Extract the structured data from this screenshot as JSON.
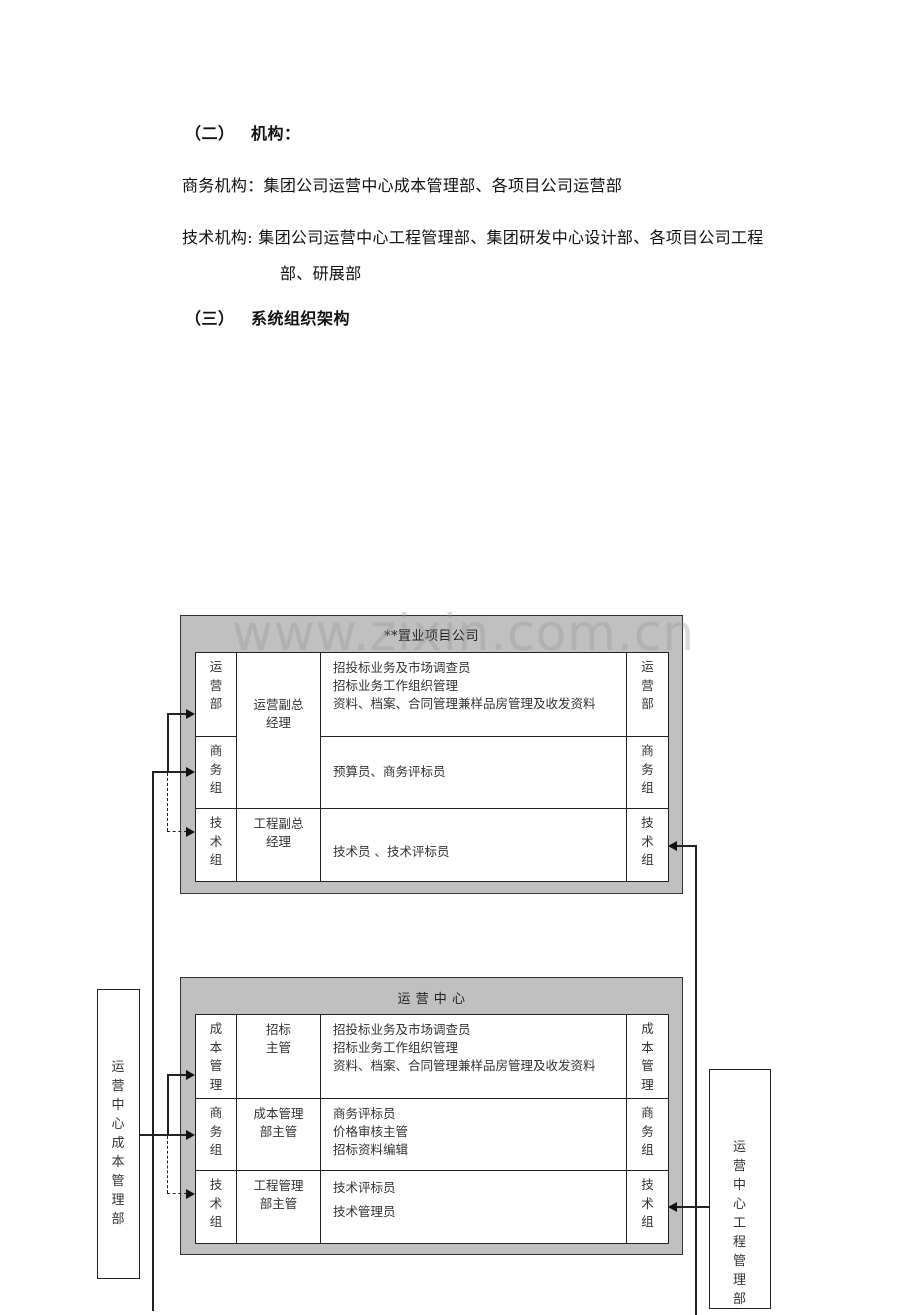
{
  "doc": {
    "section2": {
      "num": "（二）",
      "title": "机构："
    },
    "business": {
      "label": "商务机构：",
      "text": "集团公司运营中心成本管理部、各项目公司运营部"
    },
    "technical": {
      "label": "技术机构:",
      "text": "集团公司运营中心工程管理部、集团研发中心设计部、各项目公司工程",
      "continuation": "部、研展部"
    },
    "section3": {
      "num": "（三）",
      "title": "系统组织架构"
    }
  },
  "watermark": "www.zixin.com.cn",
  "diagram": {
    "project_company": {
      "title": "**置业项目公司",
      "rows": [
        {
          "left": "运营部",
          "manager": "运营副总经理",
          "duties": [
            "招投标业务及市场调查员",
            "招标业务工作组织管理",
            "资料、档案、合同管理兼样品房管理及收发资料"
          ],
          "right": "运营部"
        },
        {
          "left": "商务组",
          "manager": "",
          "duties": [
            "预算员、商务评标员"
          ],
          "right": "商务组"
        },
        {
          "left": "技术组",
          "manager": "工程副总经理",
          "duties": [
            "技术员 、技术评标员"
          ],
          "right": "技术组"
        }
      ]
    },
    "operation_center": {
      "title": "运 营 中 心",
      "rows": [
        {
          "left": "成本管理",
          "manager": "招标主管",
          "duties": [
            "招投标业务及市场调查员",
            "招标业务工作组织管理",
            "资料、档案、合同管理兼样品房管理及收发资料"
          ],
          "right": "成本管理"
        },
        {
          "left": "商务组",
          "manager": "成本管理部主管",
          "duties": [
            "商务评标员",
            "价格审核主管",
            "招标资料编辑"
          ],
          "right": "商务组"
        },
        {
          "left": "技术组",
          "manager": "工程管理部主管",
          "duties": [
            "技术评标员",
            "技术管理员"
          ],
          "right": "技术组"
        }
      ]
    },
    "cost_dept": {
      "label": "运营中心成本管理部"
    },
    "engineering_dept": {
      "label": "运营中心工程管理部"
    }
  }
}
